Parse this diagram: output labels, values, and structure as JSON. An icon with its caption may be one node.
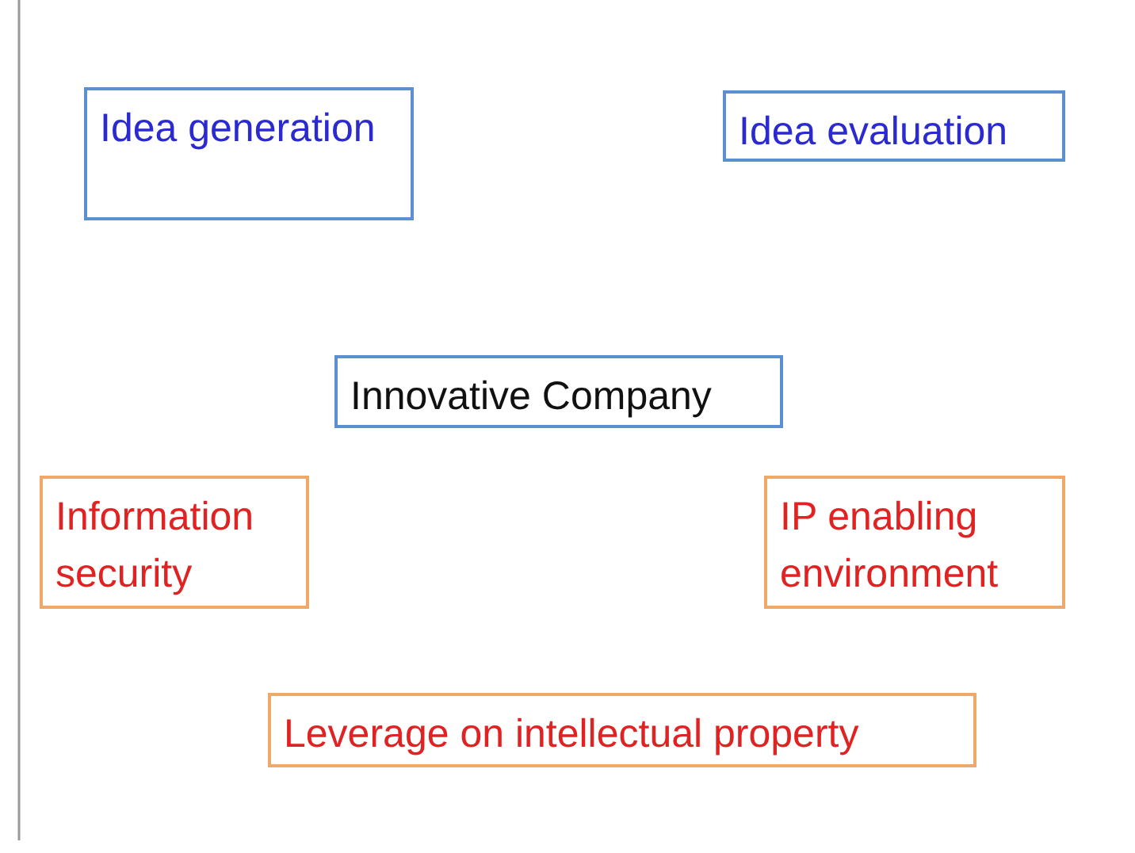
{
  "diagram": {
    "nodes": [
      {
        "text": [
          "Idea generation"
        ]
      },
      {
        "text": [
          "Idea evaluation"
        ]
      },
      {
        "text": [
          "Innovative Company"
        ]
      },
      {
        "text": [
          "Information security"
        ]
      },
      {
        "text": [
          "IP enabling environment"
        ]
      },
      {
        "text": [
          "Leverage on intellectual property"
        ]
      }
    ]
  }
}
